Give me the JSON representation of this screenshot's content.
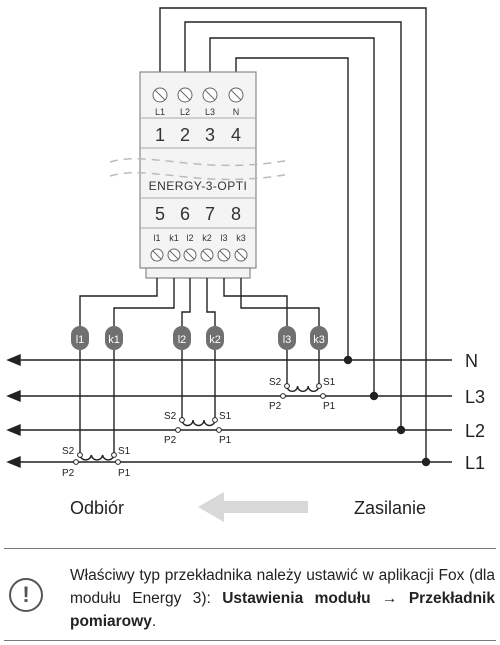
{
  "device": {
    "name": "ENERGY-3-OPTI",
    "top_terminal_labels": [
      "L1",
      "L2",
      "L3",
      "N"
    ],
    "top_terminal_numbers": [
      "1",
      "2",
      "3",
      "4"
    ],
    "bottom_terminal_numbers": [
      "5",
      "6",
      "7",
      "8"
    ],
    "bottom_terminal_labels": [
      "l1",
      "k1",
      "l2",
      "k2",
      "l3",
      "k3"
    ]
  },
  "ct_tags": [
    "l1",
    "k1",
    "l2",
    "k2",
    "l3",
    "k3"
  ],
  "lines": [
    "N",
    "L3",
    "L2",
    "L1"
  ],
  "ct_terminals": {
    "s2": "S2",
    "s1": "S1",
    "p2": "P2",
    "p1": "P1"
  },
  "labels": {
    "load": "Odbiór",
    "supply": "Zasilanie"
  },
  "colors": {
    "wire": "#222222",
    "device_fill": "#f4f4f4",
    "device_stroke": "#888888",
    "tag_fill": "#707070",
    "arrow": "#d8d8d8"
  },
  "note": {
    "icon": "exclamation-circle-icon",
    "text_before": "Właściwy typ przekładnika należy ustawić w aplikacji Fox (dla modułu Energy 3): ",
    "bold_1": "Ustawienia modułu",
    "arrow": " → ",
    "bold_2": "Przekładnik pomiarowy",
    "text_after": "."
  }
}
